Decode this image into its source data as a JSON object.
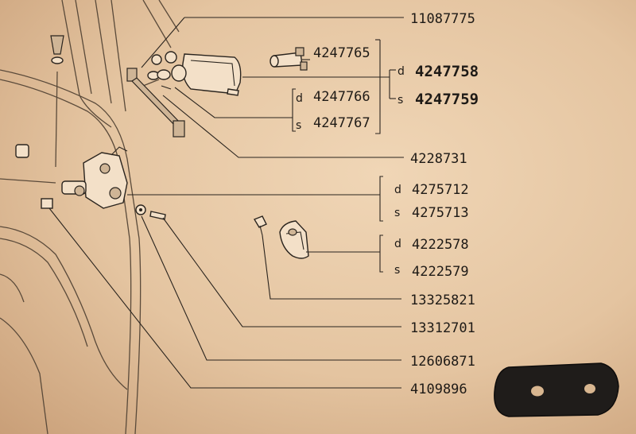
{
  "parts": {
    "p1": "11087775",
    "p2": "4247765",
    "p3": {
      "side": "d",
      "number": "4247758"
    },
    "p4": {
      "side": "s",
      "number": "4247759"
    },
    "p5": {
      "side": "d",
      "number": "4247766"
    },
    "p6": {
      "side": "s",
      "number": "4247767"
    },
    "p7": "4228731",
    "p8": {
      "side": "d",
      "number": "4275712"
    },
    "p9": {
      "side": "s",
      "number": "4275713"
    },
    "p10": {
      "side": "d",
      "number": "4222578"
    },
    "p11": {
      "side": "s",
      "number": "4222579"
    },
    "p12": "13325821",
    "p13": "13312701",
    "p14": "12606871",
    "p15": "4109896"
  }
}
